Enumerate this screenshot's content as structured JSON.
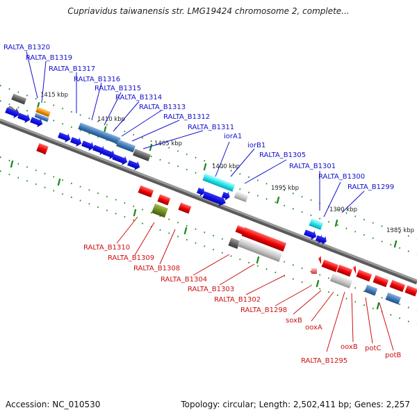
{
  "header": {
    "title": "Cupriavidus taiwanensis str. LMG19424 chromosome 2, complete..."
  },
  "footer": {
    "accession": "Accession: NC_010530",
    "summary": "Topology: circular; Length: 2,502,411 bp; Genes: 2,257"
  },
  "colors": {
    "top_label": "#1010cc",
    "bottom_label": "#cc1010",
    "tick": "#228b22",
    "backbone": "#808080"
  },
  "coordinates": [
    "1415 kbp",
    "1410 kbp",
    "1405 kbp",
    "1400 kbp",
    "1395 kbp",
    "1390 kbp",
    "1385 kbp"
  ],
  "top_genes": [
    "RALTA_B1320",
    "RALTA_B1319",
    "RALTA_B1317",
    "RALTA_B1316",
    "RALTA_B1315",
    "RALTA_B1314",
    "RALTA_B1313",
    "RALTA_B1312",
    "RALTA_B1311",
    "iorA1",
    "iorB1",
    "RALTA_B1305",
    "RALTA_B1301",
    "RALTA_B1300",
    "RALTA_B1299"
  ],
  "bottom_genes": [
    "RALTA_B1310",
    "RALTA_B1309",
    "RALTA_B1308",
    "RALTA_B1304",
    "RALTA_B1303",
    "RALTA_B1302",
    "RALTA_B1298",
    "soxB",
    "ooxA",
    "RALTA_B1295",
    "ooxB",
    "potC",
    "potB"
  ]
}
